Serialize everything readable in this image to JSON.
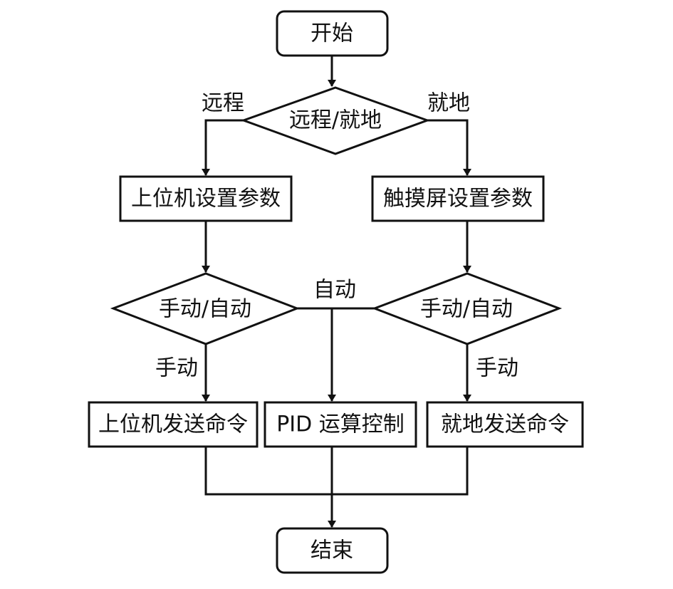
{
  "nodes": {
    "start": "开始",
    "decision_mode": "远程/就地",
    "remote_set_params": "上位机设置参数",
    "local_set_params": "触摸屏设置参数",
    "decision_manual_auto_left": "手动/自动",
    "decision_manual_auto_right": "手动/自动",
    "remote_send_command": "上位机发送命令",
    "pid_control": "PID 运算控制",
    "local_send_command": "就地发送命令",
    "end": "结束"
  },
  "edge_labels": {
    "remote": "远程",
    "local": "就地",
    "auto": "自动",
    "manual_left": "手动",
    "manual_right": "手动"
  }
}
